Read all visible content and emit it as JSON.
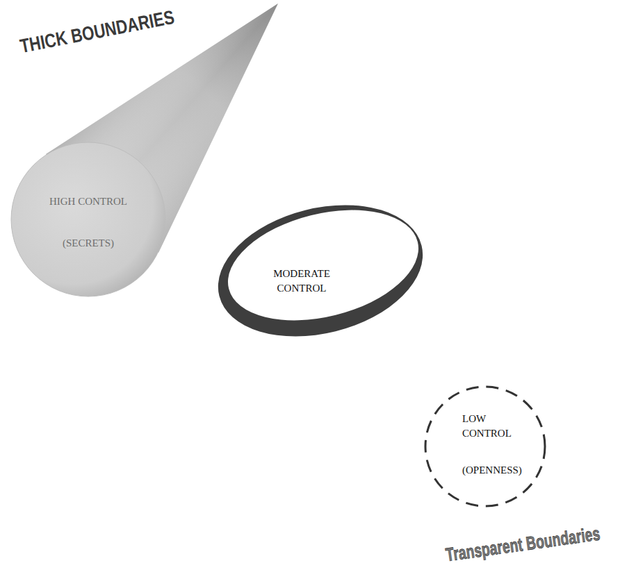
{
  "diagram": {
    "nodes": [
      {
        "text": [
          "HIGH CONTROL",
          "(SECRETS)"
        ]
      },
      {
        "text": [
          "MODERATE CONTROL"
        ]
      },
      {
        "text": [
          "LOW CONTROL",
          "(OPENNESS)"
        ]
      }
    ],
    "labels": [
      "THICK BOUNDARIES",
      "Transparent Boundaries"
    ]
  }
}
